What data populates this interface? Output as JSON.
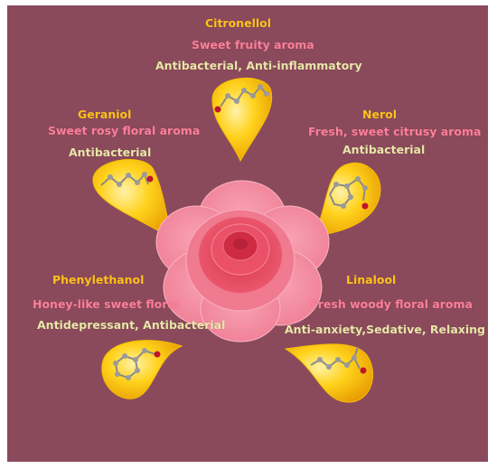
{
  "compounds": [
    {
      "name": "Citronellol",
      "aroma": "Sweet fruity aroma",
      "effect": "Antibacterial, Anti-inflammatory"
    },
    {
      "name": "Geraniol",
      "aroma": "Sweet rosy floral aroma",
      "effect": "Antibacterial"
    },
    {
      "name": "Nerol",
      "aroma": "Fresh, sweet citrusy aroma",
      "effect": "Antibacterial"
    },
    {
      "name": "Phenylethanol",
      "aroma": "Honey-like sweet floral",
      "effect": "Antidepressant, Antibacterial"
    },
    {
      "name": "Linalool",
      "aroma": "Fresh woody floral aroma",
      "effect": "Anti-anxiety,Sedative, Relaxing"
    }
  ],
  "colors": {
    "background": "#8b4a5c",
    "name_text": "#ffc21a",
    "aroma_text": "#ff7f9a",
    "effect_text": "#e8e7a8",
    "droplet": "#ffc21a",
    "rose": "#f28ea0"
  }
}
